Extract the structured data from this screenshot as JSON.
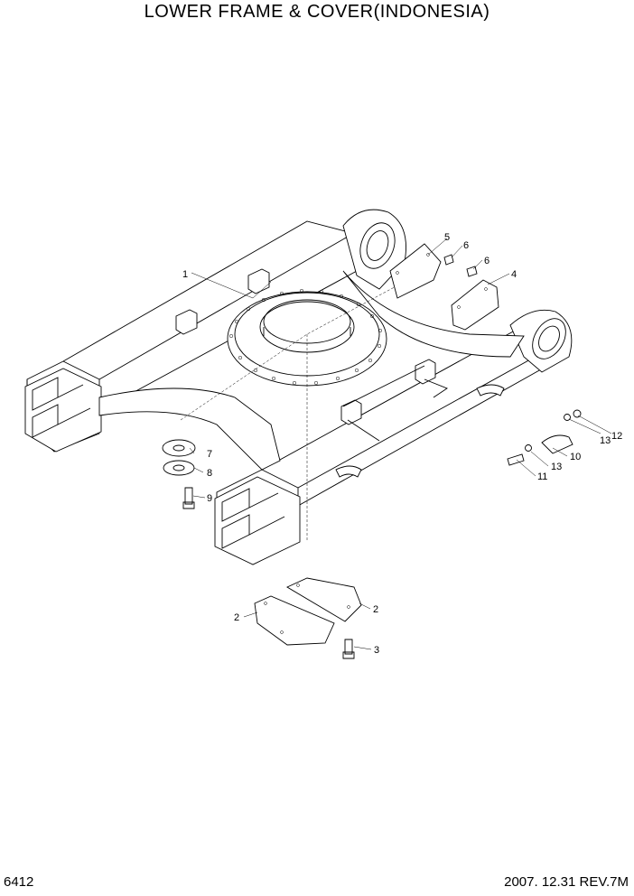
{
  "title": "LOWER FRAME & COVER(INDONESIA)",
  "footer": {
    "page_number": "6412",
    "date_revision": "2007. 12.31  REV.7M"
  },
  "callouts": {
    "c1": "1",
    "c2a": "2",
    "c2b": "2",
    "c3": "3",
    "c4": "4",
    "c5": "5",
    "c6a": "6",
    "c6b": "6",
    "c7": "7",
    "c8": "8",
    "c9": "9",
    "c10": "10",
    "c11": "11",
    "c12": "12",
    "c13a": "13",
    "c13b": "13"
  }
}
